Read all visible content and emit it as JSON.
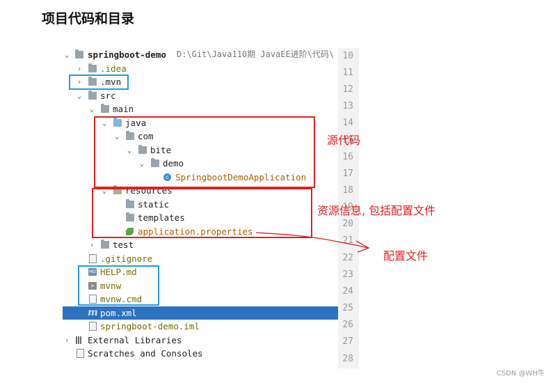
{
  "heading": "项目代码和目录",
  "tree": {
    "project_name": "springboot-demo",
    "project_path": "D:\\Git\\Java110期 JavaEE进阶\\代码\\",
    "items": [
      {
        "label": ".idea",
        "icon": "folder-icon"
      },
      {
        "label": ".mvn",
        "icon": "folder-icon"
      },
      {
        "label": "src",
        "icon": "folder-icon"
      },
      {
        "label": "main",
        "icon": "folder-icon"
      },
      {
        "label": "java",
        "icon": "source-folder-icon"
      },
      {
        "label": "com",
        "icon": "package-icon"
      },
      {
        "label": "bite",
        "icon": "package-icon"
      },
      {
        "label": "demo",
        "icon": "package-icon"
      },
      {
        "label": "SpringbootDemoApplication",
        "icon": "class-icon"
      },
      {
        "label": "resources",
        "icon": "resources-folder-icon"
      },
      {
        "label": "static",
        "icon": "folder-icon"
      },
      {
        "label": "templates",
        "icon": "folder-icon"
      },
      {
        "label": "application.properties",
        "icon": "spring-leaf-icon"
      },
      {
        "label": "test",
        "icon": "folder-icon"
      },
      {
        "label": ".gitignore",
        "icon": "file-icon"
      },
      {
        "label": "HELP.md",
        "icon": "markdown-icon"
      },
      {
        "label": "mvnw",
        "icon": "terminal-icon"
      },
      {
        "label": "mvnw.cmd",
        "icon": "file-icon"
      },
      {
        "label": "pom.xml",
        "icon": "maven-icon"
      },
      {
        "label": "springboot-demo.iml",
        "icon": "file-icon"
      },
      {
        "label": "External Libraries",
        "icon": "library-icon"
      },
      {
        "label": "Scratches and Consoles",
        "icon": "scratches-icon"
      }
    ]
  },
  "line_numbers": [
    "10",
    "11",
    "12",
    "13",
    "14",
    "15",
    "16",
    "17",
    "18",
    "19",
    "20",
    "21",
    "22",
    "23",
    "24",
    "25",
    "26",
    "27",
    "28"
  ],
  "annotations": {
    "source_code": "源代码",
    "resources_info": "资源信息, 包括配置文件",
    "config_file": "配置文件"
  },
  "colors": {
    "selection": "#2d71c1",
    "red_box": "#e02020",
    "blue_box": "#1e9de0"
  },
  "credit": "CSDN @WH牛"
}
